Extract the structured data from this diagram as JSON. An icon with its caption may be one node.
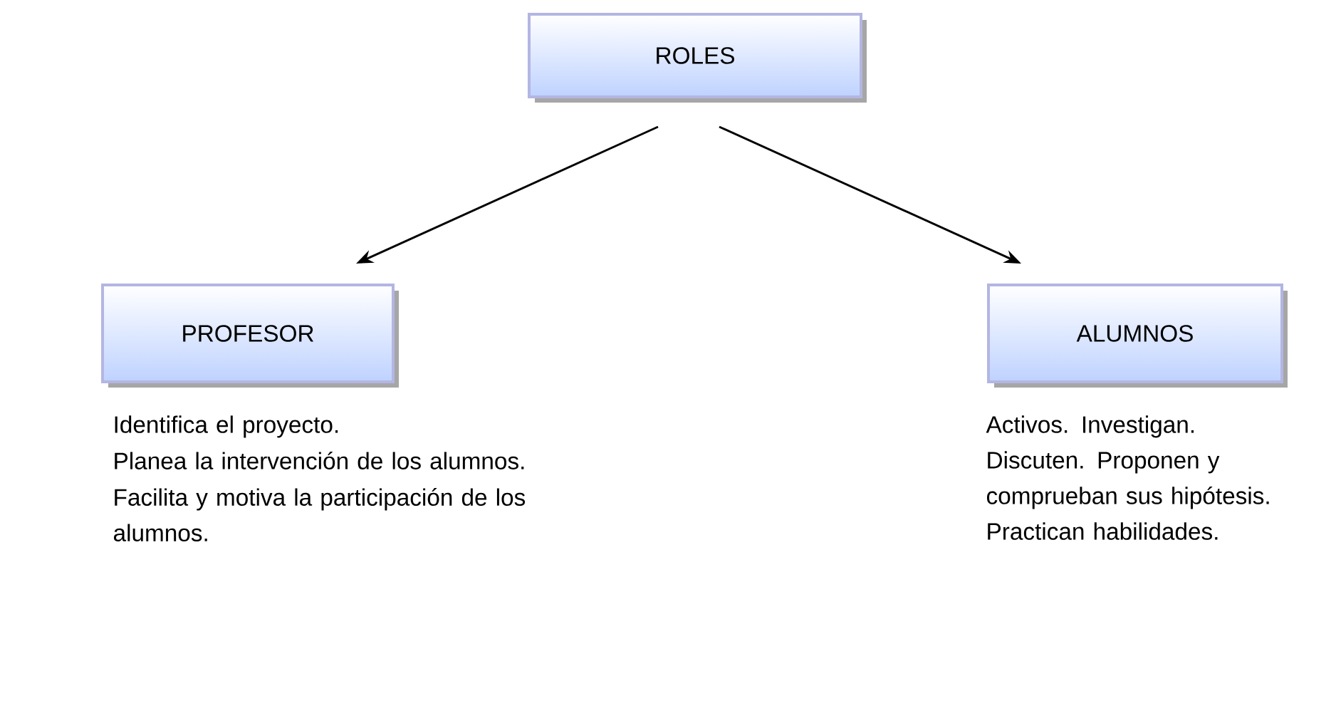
{
  "diagram": {
    "nodes": [
      {
        "text": [
          "ROLES"
        ]
      },
      {
        "text": [
          "PROFESOR"
        ],
        "beside": [
          "Identifica el proyecto.",
          "Planea la intervención de los alumnos.",
          "Facilita y motiva la participación de los alumnos."
        ]
      },
      {
        "text": [
          "ALUMNOS"
        ],
        "beside": [
          "Activos. Investigan. Discuten. Proponen y comprueban sus hipótesis. Practican habilidades."
        ]
      }
    ],
    "edges": [
      {
        "from": 0,
        "to": 1,
        "arrow": "to"
      },
      {
        "from": 0,
        "to": 2,
        "arrow": "to"
      }
    ]
  }
}
